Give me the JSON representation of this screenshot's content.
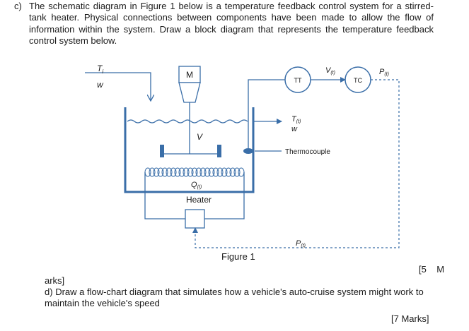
{
  "question_c": {
    "label": "c)",
    "text": "The schematic diagram in Figure 1 below is a temperature feedback control system for a stirred-tank heater. Physical connections between components have been made to allow the flow of information within the system. Draw a block diagram that represents the temperature feedback control system below."
  },
  "diagram": {
    "inlet_temp": "T",
    "inlet_temp_sub": "i",
    "inlet_flow": "w",
    "motor_label": "M",
    "volume_label": "V",
    "outlet_temp": "T",
    "outlet_temp_sub": "(t)",
    "outlet_flow": "w",
    "thermocouple_label": "Thermocouple",
    "transmitter_label": "TT",
    "controller_label": "TC",
    "transmitter_signal": "V",
    "transmitter_signal_sub": "(t)",
    "controller_signal": "P",
    "controller_signal_sub": "(t)",
    "heat_label": "Q",
    "heat_label_sub": "(t)",
    "heater_label": "Heater",
    "bottom_signal": "P",
    "bottom_signal_sub": "(t)"
  },
  "figure_caption": "Figure 1",
  "marks_c_part1": "[5    M",
  "marks_c_part2": "arks]",
  "question_d": {
    "label": "d)",
    "text": "Draw a flow-chart diagram that simulates how a vehicle's auto-cruise system might work to maintain the vehicle's speed"
  },
  "marks_d": "[7 Marks]",
  "colors": {
    "diagram_blue": "#3a6ea8",
    "text": "#1a1a1a"
  }
}
